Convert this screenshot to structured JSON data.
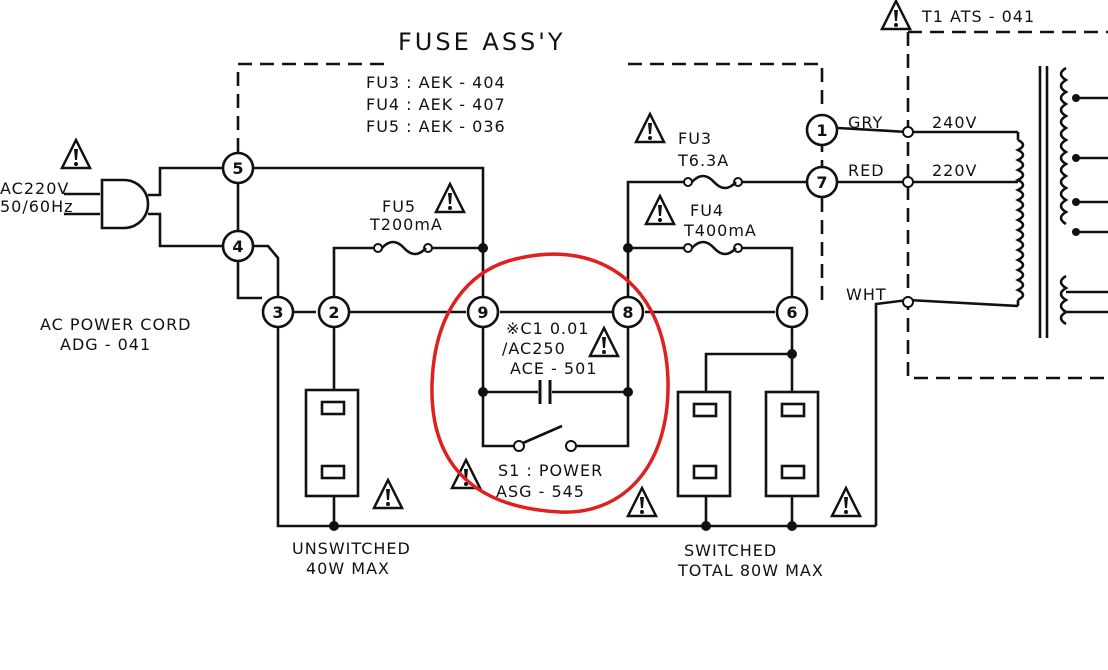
{
  "title": "FUSE ASS'Y",
  "fuse_list": [
    "FU3 : AEK - 404",
    "FU4 : AEK - 407",
    "FU5 : AEK - 036"
  ],
  "transformer_label": "T1  ATS - 041",
  "input": {
    "voltage": "AC220V",
    "freq": "50/60Hz"
  },
  "cord": {
    "line1": "AC POWER CORD",
    "line2": "ADG - 041"
  },
  "fu5": {
    "name": "FU5",
    "rating": "T200mA"
  },
  "fu3": {
    "name": "FU3",
    "rating": "T6.3A"
  },
  "fu4": {
    "name": "FU4",
    "rating": "T400mA"
  },
  "cap": {
    "line1": "※C1 0.01",
    "line2": "/AC250",
    "line3": "ACE - 501"
  },
  "switch": {
    "line1": "S1 : POWER",
    "line2": "ASG - 545"
  },
  "nodes": {
    "n1": "1",
    "n2": "2",
    "n3": "3",
    "n4": "4",
    "n5": "5",
    "n6": "6",
    "n7": "7",
    "n8": "8",
    "n9": "9"
  },
  "wires": {
    "gry": "GRY",
    "red": "RED",
    "wht": "WHT"
  },
  "taps": {
    "t240": "240V",
    "t220": "220V"
  },
  "outlets": {
    "unswitched1": "UNSWITCHED",
    "unswitched2": "40W   MAX",
    "switched1": "SWITCHED",
    "switched2": "TOTAL  80W MAX"
  },
  "warning_mark": "!",
  "colors": {
    "ink": "#111111",
    "highlight": "#e02020"
  }
}
